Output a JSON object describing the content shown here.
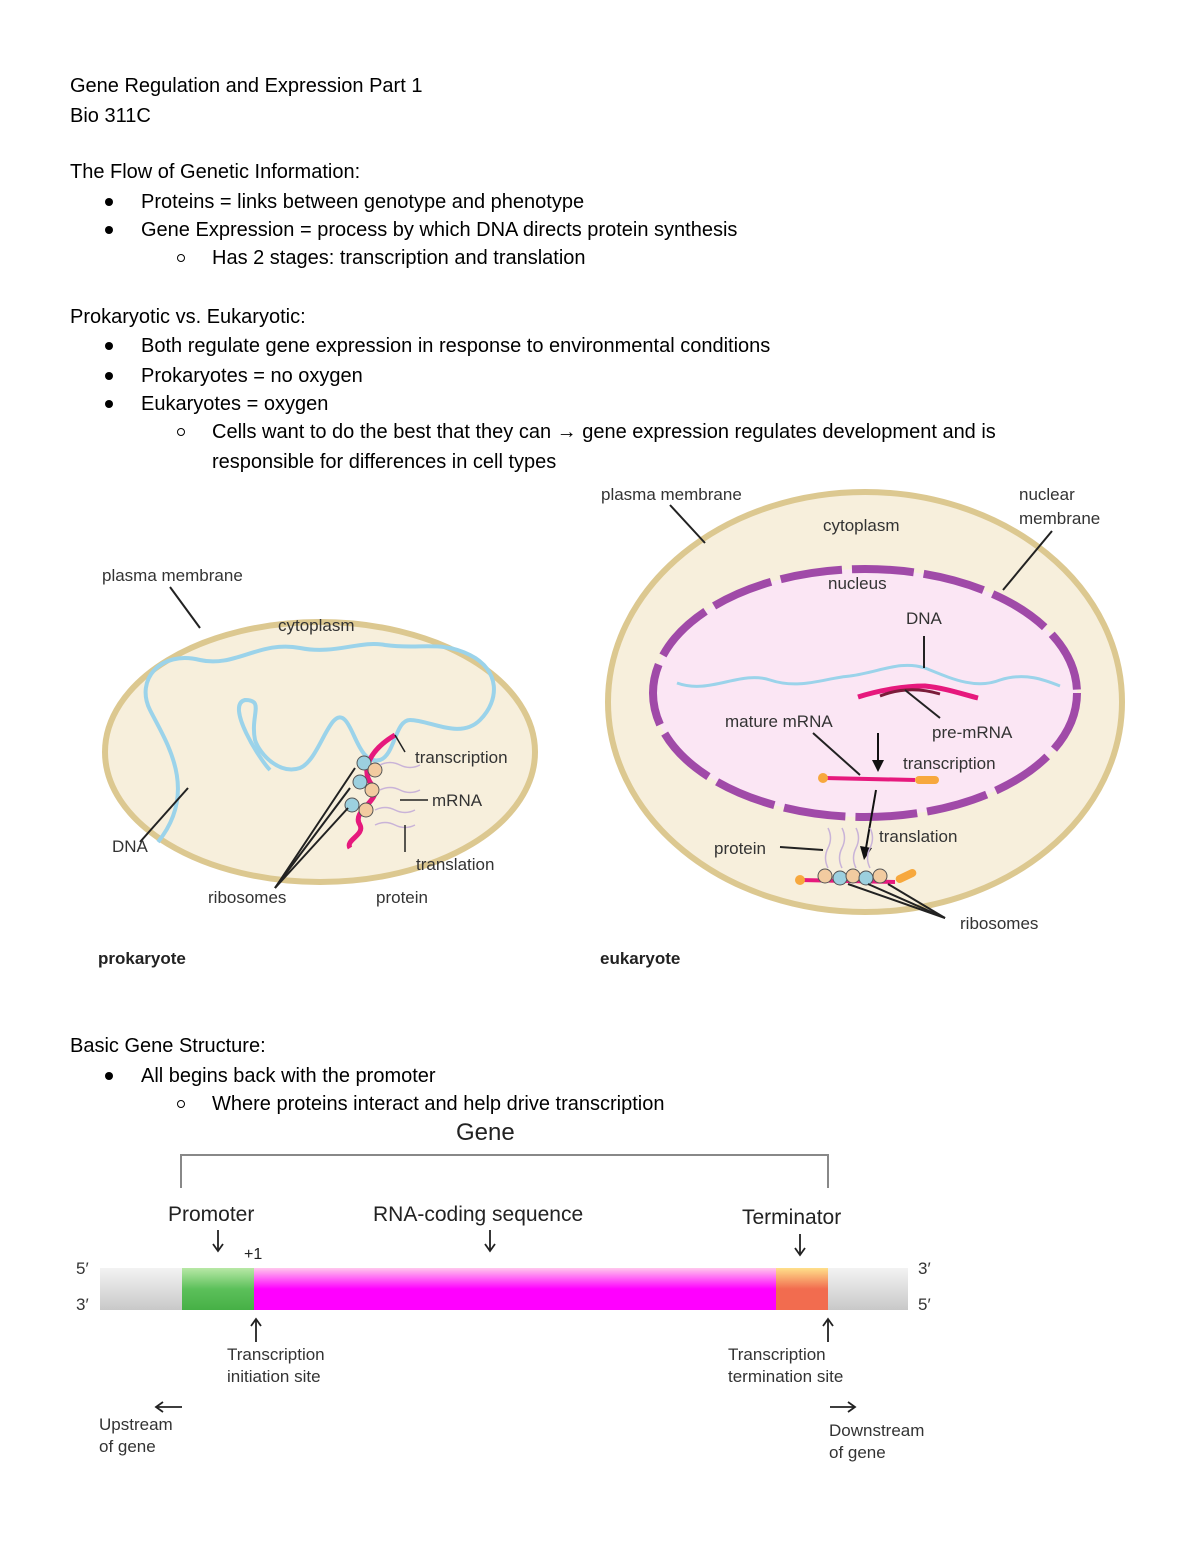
{
  "header": {
    "title": "Gene Regulation and Expression Part 1",
    "course": "Bio 311C"
  },
  "section1": {
    "heading": "The Flow of Genetic Information:",
    "bullets": [
      "Proteins = links between genotype and phenotype",
      "Gene Expression = process by which DNA directs protein synthesis"
    ],
    "sub": "Has 2 stages: transcription and translation"
  },
  "section2": {
    "heading": "Prokaryotic vs. Eukaryotic:",
    "bullets": [
      "Both regulate gene expression in response to environmental conditions",
      "Prokaryotes = no oxygen",
      "Eukaryotes = oxygen"
    ],
    "sub_line1": "Cells want to do the best that they can → gene expression regulates development and is",
    "sub_line2": "responsible for differences in cell types"
  },
  "cells_figure": {
    "prokaryote": {
      "caption": "prokaryote",
      "plasma_membrane": "plasma membrane",
      "cytoplasm": "cytoplasm",
      "dna": "DNA",
      "transcription": "transcription",
      "mrna": "mRNA",
      "translation": "translation",
      "ribosomes": "ribosomes",
      "protein": "protein"
    },
    "eukaryote": {
      "caption": "eukaryote",
      "plasma_membrane": "plasma membrane",
      "nuclear_membrane_1": "nuclear",
      "nuclear_membrane_2": "membrane",
      "cytoplasm": "cytoplasm",
      "nucleus": "nucleus",
      "dna": "DNA",
      "mature_mrna": "mature mRNA",
      "pre_mrna": "pre-mRNA",
      "transcription": "transcription",
      "translation": "translation",
      "protein": "protein",
      "ribosomes": "ribosomes"
    },
    "colors": {
      "cytoplasm_fill": "#f7efdc",
      "membrane_stroke": "#dcc890",
      "nucleus_fill": "#fbe6f4",
      "nuclear_membrane": "#a04aa8",
      "dna": "#9bd3ea",
      "mrna": "#e6197d",
      "ribosome_a": "#9cd0df",
      "ribosome_b": "#f2cba0"
    }
  },
  "section3": {
    "heading": "Basic Gene Structure:",
    "bullets": [
      "All begins back with the promoter"
    ],
    "sub": "Where proteins interact and help drive transcription"
  },
  "gene_figure": {
    "gene": "Gene",
    "promoter": "Promoter",
    "plus_one": "+1",
    "rna_coding": "RNA-coding sequence",
    "terminator": "Terminator",
    "five_prime_left": "5′",
    "three_prime_left": "3′",
    "three_prime_right": "3′",
    "five_prime_right": "5′",
    "initiation_1": "Transcription",
    "initiation_2": "initiation site",
    "termination_1": "Transcription",
    "termination_2": "termination site",
    "upstream_1": "Upstream",
    "upstream_2": "of gene",
    "downstream_1": "Downstream",
    "downstream_2": "of gene",
    "colors": {
      "promoter": "#5cc05a",
      "coding": "#ff00ff",
      "coding_top": "#ffc8ec",
      "terminator": "#f26c4f",
      "terminator_top": "#ffe08a",
      "flank": "#d4d4d4"
    }
  }
}
